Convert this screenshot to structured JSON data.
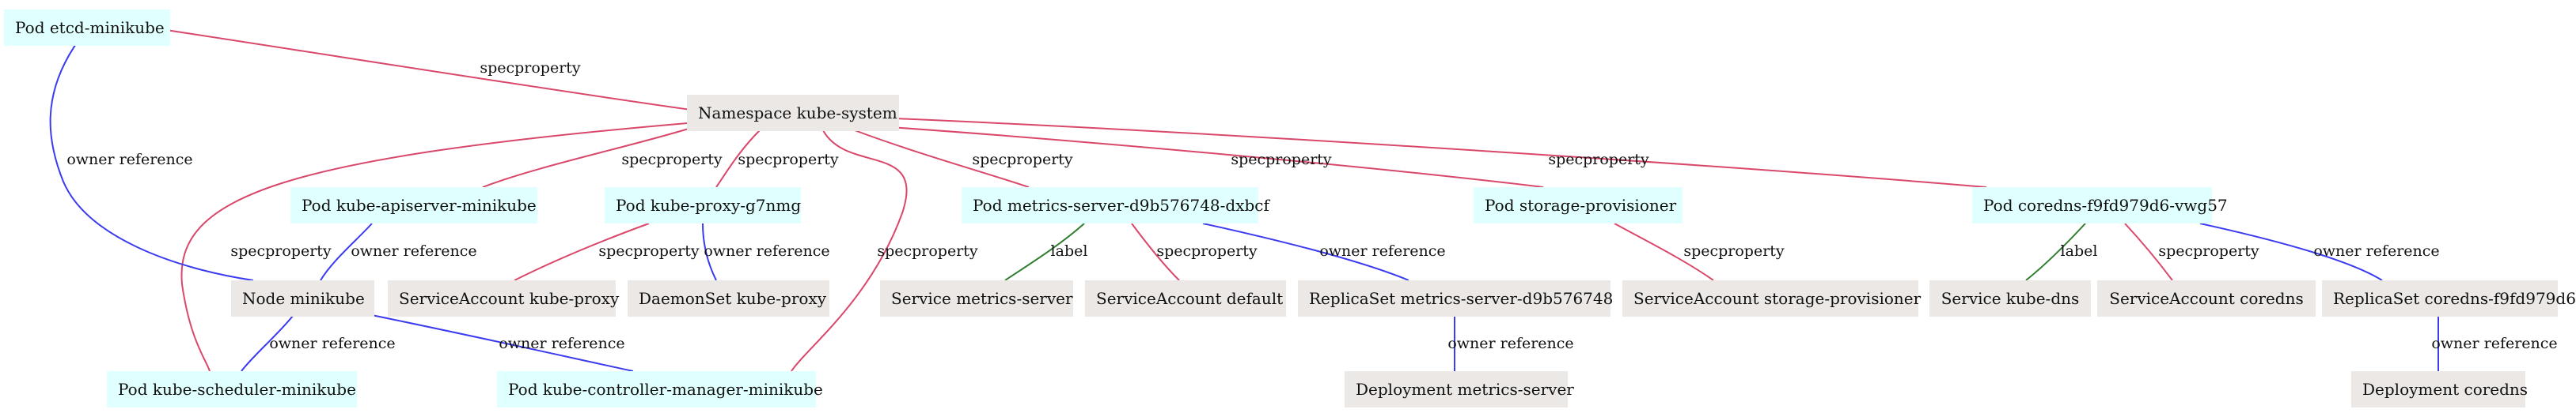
{
  "nodes": {
    "etcd": "Pod etcd-minikube",
    "ns": "Namespace kube-system",
    "apiserver": "Pod kube-apiserver-minikube",
    "proxy": "Pod kube-proxy-g7nmg",
    "metrics": "Pod metrics-server-d9b576748-dxbcf",
    "storage": "Pod storage-provisioner",
    "coredns": "Pod coredns-f9fd979d6-vwg57",
    "node": "Node minikube",
    "sa_proxy": "ServiceAccount kube-proxy",
    "ds_proxy": "DaemonSet kube-proxy",
    "svc_metrics": "Service metrics-server",
    "sa_default": "ServiceAccount default",
    "rs_metrics": "ReplicaSet metrics-server-d9b576748",
    "sa_storage": "ServiceAccount storage-provisioner",
    "svc_dns": "Service kube-dns",
    "sa_coredns": "ServiceAccount coredns",
    "rs_coredns": "ReplicaSet coredns-f9fd979d6",
    "scheduler": "Pod kube-scheduler-minikube",
    "controller": "Pod kube-controller-manager-minikube",
    "dep_metrics": "Deployment metrics-server",
    "dep_coredns": "Deployment coredns"
  },
  "edge_labels": {
    "specproperty": "specproperty",
    "owner_reference": "owner reference",
    "label": "label"
  },
  "colors": {
    "pod_fill": "#e0ffff",
    "resource_fill": "#ebe8e6",
    "specproperty_edge": "#d9486b",
    "owner_reference_edge": "#3b3bf0",
    "label_edge": "#2e7d2e"
  }
}
